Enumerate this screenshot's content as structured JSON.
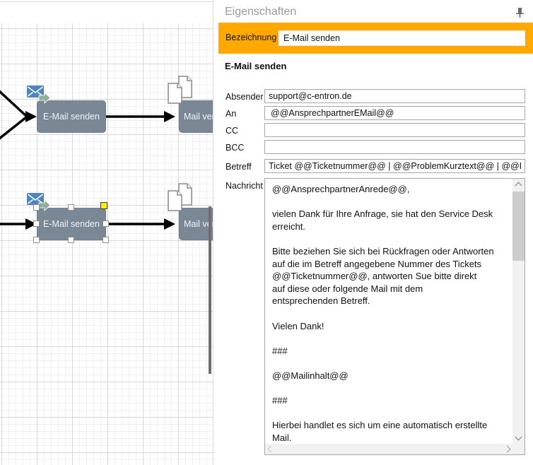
{
  "colors": {
    "accent_orange": "#FFA800",
    "node_fill": "#7A8795",
    "envelope_blue": "#4E86BC",
    "send_arrow_green": "#8CAF9E",
    "selection_handle_yellow": "#FFF000"
  },
  "diagram": {
    "nodes": [
      {
        "label": "E-Mail senden",
        "icon": "email-send-icon",
        "selected": false
      },
      {
        "label": "Mail ver",
        "icon": "documents-icon",
        "selected": false
      },
      {
        "label": "E-Mail senden",
        "icon": "email-send-icon",
        "selected": true
      },
      {
        "label": "Mail ver",
        "icon": "documents-icon",
        "selected": false
      }
    ]
  },
  "panel": {
    "title": "Eigenschaften",
    "name_field": {
      "label": "Bezeichnung",
      "value": "E-Mail senden"
    },
    "section_header": "E-Mail senden",
    "fields": [
      {
        "label": "Absender",
        "value": "support@c-entron.de"
      },
      {
        "label": "An",
        "value": "@@AnsprechpartnerEMail@@"
      },
      {
        "label": "CC",
        "value": ""
      },
      {
        "label": "BCC",
        "value": ""
      },
      {
        "label": "Betreff",
        "value": "Ticket @@Ticketnummer@@ | @@ProblemKurztext@@ | @@Kund"
      }
    ],
    "message": {
      "label": "Nachricht",
      "value": "@@AnsprechpartnerAnrede@@,\n\nvielen Dank für Ihre Anfrage, sie hat den Service Desk\nerreicht.\n\nBitte beziehen Sie sich bei Rückfragen oder Antworten\nauf die im Betreff angegebene Nummer des Tickets\n@@Ticketnummer@@, antworten Sue bitte direkt\nauf diese oder folgende Mail mit dem\nentsprechenden Betreff.\n\nVielen Dank!\n\n###\n\n@@Mailinhalt@@\n\n###\n\nHierbei handlet es sich um eine automatisch erstellte\nMail."
    }
  }
}
